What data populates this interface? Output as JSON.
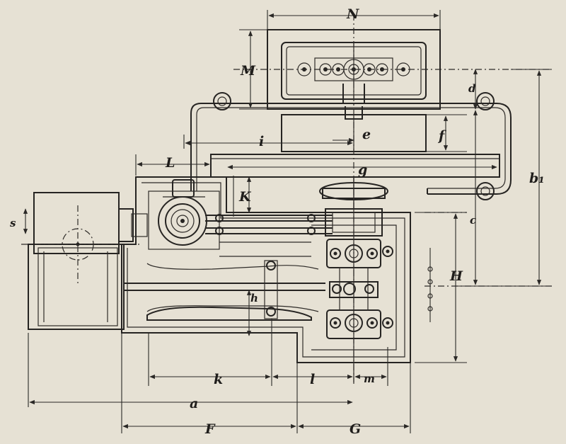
{
  "labels": {
    "N": "N",
    "M": "M",
    "d": "d",
    "e": "e",
    "f": "f",
    "i": "i",
    "L": "L",
    "g": "g",
    "b1": "b₁",
    "K": "K",
    "c": "c",
    "s": "s",
    "H": "H",
    "h": "h",
    "k": "k",
    "l": "l",
    "m": "m",
    "a": "a",
    "F": "F",
    "G": "G"
  },
  "colors": {
    "paper": "#e6e1d4",
    "ink": "#262422"
  }
}
